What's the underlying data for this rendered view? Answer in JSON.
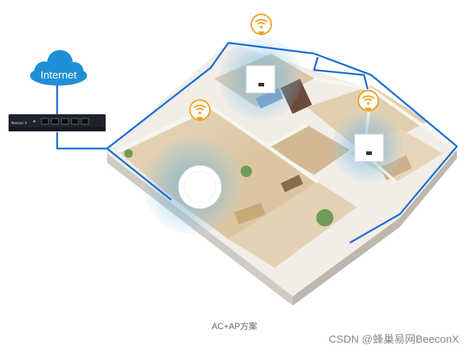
{
  "internet": {
    "label": "Internet"
  },
  "router": {
    "brand": "Beecon X"
  },
  "caption": "AC+AP方案",
  "watermark": "CSDN @蜂巢易网BeeconX",
  "colors": {
    "cloud": "#1e8fd6",
    "network_line": "#1a6fd8",
    "wifi": "#f0a020",
    "coverage": "#6fb8e8"
  },
  "icons": [
    "cloud-icon",
    "router-icon",
    "wifi-icon",
    "ceiling-ap-icon",
    "wall-ap-icon"
  ]
}
